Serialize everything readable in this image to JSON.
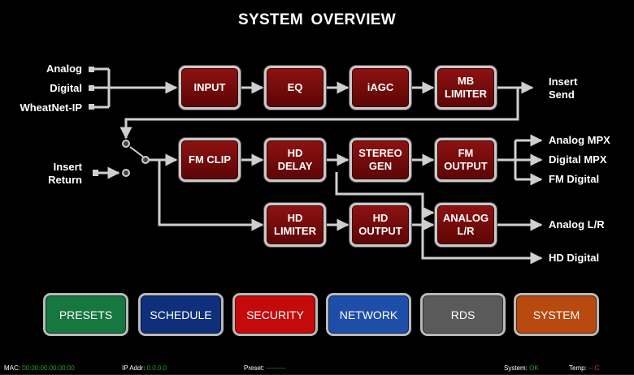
{
  "title": "SYSTEM OVERVIEW",
  "inputs": [
    "Analog",
    "Digital",
    "WheatNet-IP"
  ],
  "insert_return": "Insert\nReturn",
  "insert_send": "Insert\nSend",
  "blocks": {
    "input": "INPUT",
    "eq": "EQ",
    "iagc": "iAGC",
    "mb_limiter": "MB\nLIMITER",
    "fm_clip": "FM CLIP",
    "hd_delay": "HD\nDELAY",
    "stereo_gen": "STEREO\nGEN",
    "fm_output": "FM\nOUTPUT",
    "hd_limiter": "HD\nLIMITER",
    "hd_output": "HD\nOUTPUT",
    "analog_lr": "ANALOG\nL/R"
  },
  "outputs": {
    "analog_mpx": "Analog MPX",
    "digital_mpx": "Digital MPX",
    "fm_digital": "FM Digital",
    "analog_lr": "Analog L/R",
    "hd_digital": "HD Digital"
  },
  "nav": [
    {
      "label": "PRESETS",
      "color": "#16773f"
    },
    {
      "label": "SCHEDULE",
      "color": "#0f2f7a"
    },
    {
      "label": "SECURITY",
      "color": "#c40a0a"
    },
    {
      "label": "NETWORK",
      "color": "#1f4ea8"
    },
    {
      "label": "RDS",
      "color": "#5a5a5a"
    },
    {
      "label": "SYSTEM",
      "color": "#b8490f"
    }
  ],
  "status": {
    "mac_label": "MAC:",
    "mac": "00:00:00:00:00:00",
    "ip_label": "IP Addr:",
    "ip": "0.0.0.0",
    "preset_label": "Preset:",
    "preset": "———",
    "system_label": "System:",
    "system": "OK",
    "temp_label": "Temp:",
    "temp": "-- C"
  },
  "colors": {
    "block": "#7a0c0c",
    "line": "#cfcfcf",
    "ok": "#1fa51f",
    "temp": "#d43a3a"
  }
}
